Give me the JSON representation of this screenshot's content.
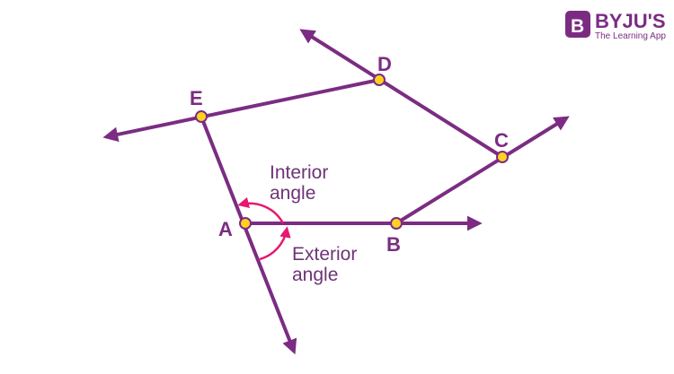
{
  "points": {
    "A": "A",
    "B": "B",
    "C": "C",
    "D": "D",
    "E": "E"
  },
  "annotations": {
    "interior_line1": "Interior",
    "interior_line2": "angle",
    "exterior_line1": "Exterior",
    "exterior_line2": "angle"
  },
  "logo": {
    "name": "BYJU'S",
    "tagline": "The Learning App",
    "mark": "B"
  },
  "colors": {
    "line": "#7b2c82",
    "point_fill": "#ffd21f",
    "point_stroke": "#7b2c82",
    "angle_arc": "#e6186f",
    "text": "#6d3476"
  }
}
